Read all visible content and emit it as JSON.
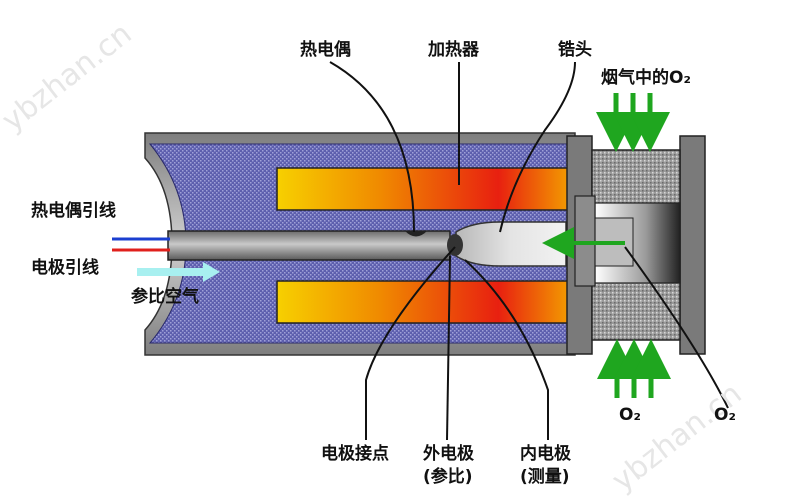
{
  "watermark": "ybzhan.cn",
  "labels": {
    "thermocouple": "热电偶",
    "heater": "加热器",
    "zirconia_head": "锆头",
    "flue_gas_o2": "烟气中的O₂",
    "thermocouple_lead": "热电偶引线",
    "electrode_lead": "电极引线",
    "reference_air": "参比空气",
    "electrode_contact": "电极接点",
    "outer_electrode": "外电极",
    "outer_electrode_note": "(参比)",
    "inner_electrode": "内电极",
    "inner_electrode_note": "(测量)",
    "o2_bottom": "O₂",
    "o2_right": "O₂"
  },
  "colors": {
    "insulation": "#5d5fae",
    "heater_edge": "#f5c400",
    "heater_core": "#e8200a",
    "arrow_green": "#1fa61f",
    "air_arrow": "#a8f0f0",
    "wire_blue": "#1b3fd0",
    "wire_red": "#e0201c"
  }
}
